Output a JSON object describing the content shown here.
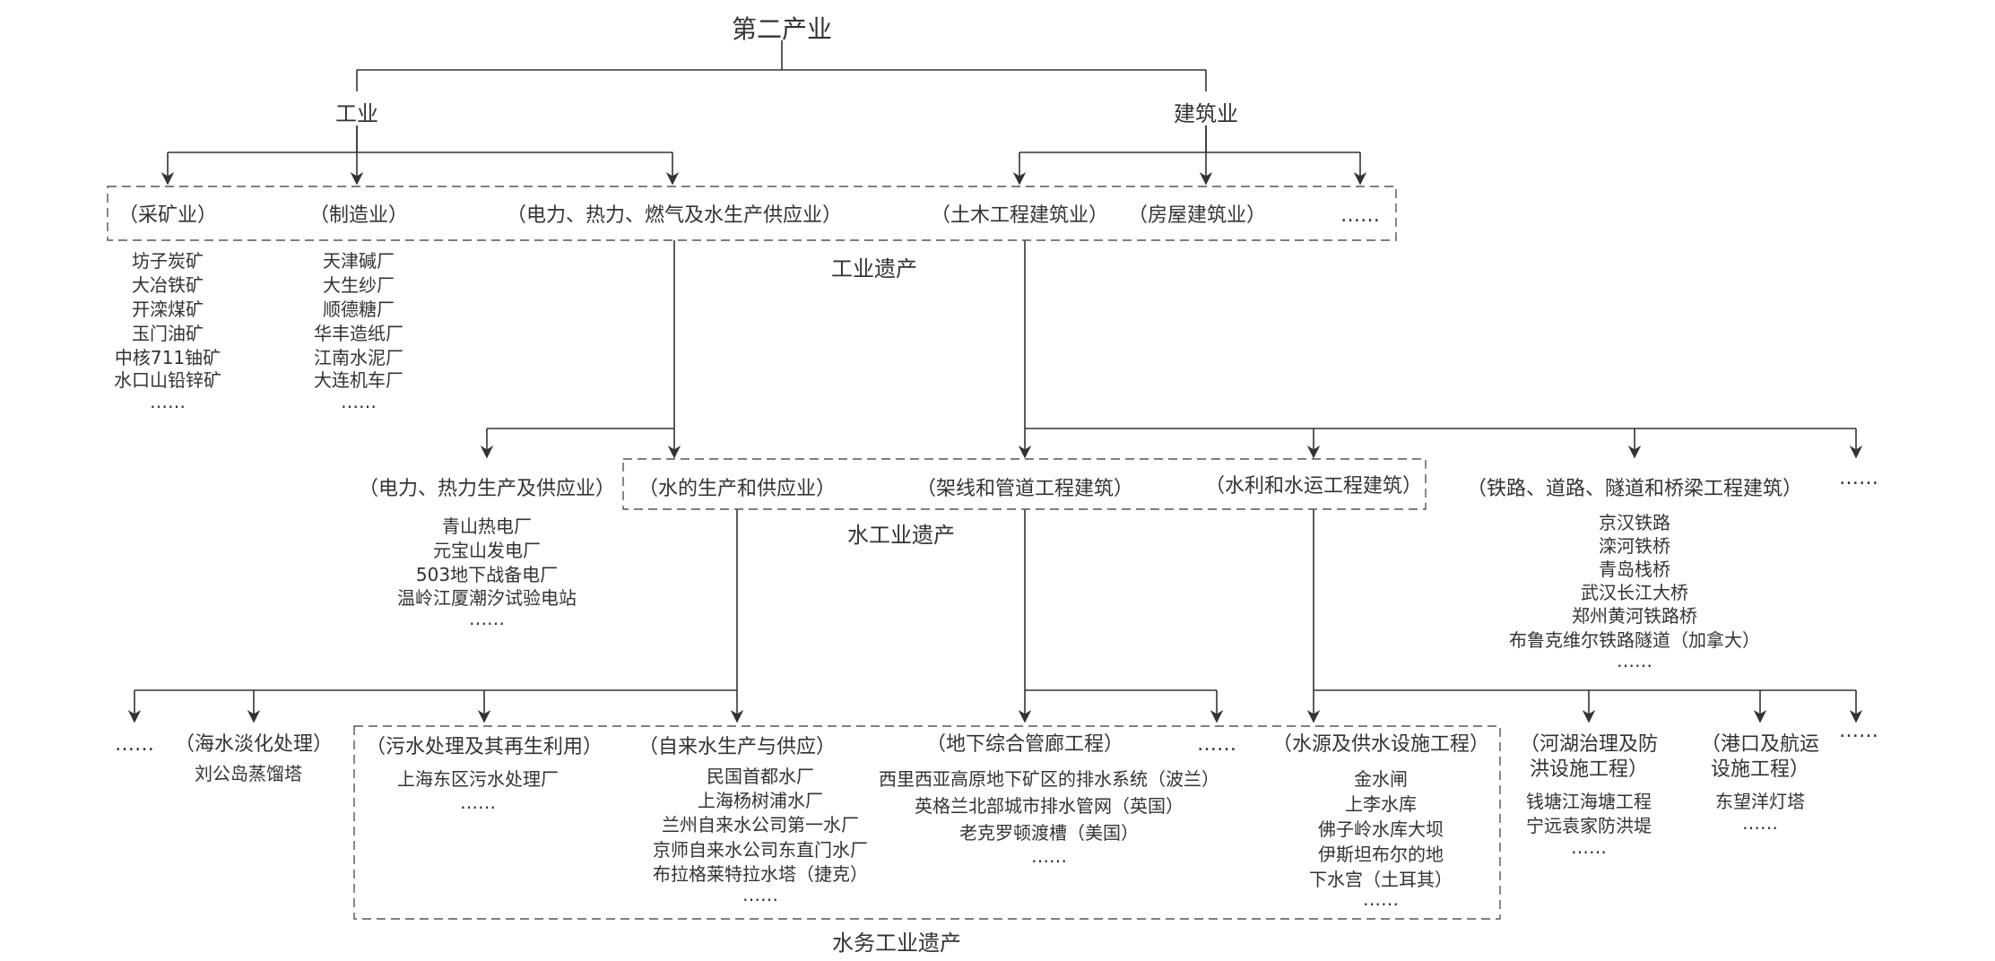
{
  "root": "第二产业",
  "level1": {
    "industry": "工业",
    "construction": "建筑业"
  },
  "level2": {
    "mining": "（采矿业）",
    "manufacturing": "（制造业）",
    "utilities": "（电力、热力、燃气及水生产供应业）",
    "civil": "（土木工程建筑业）",
    "housing": "（房屋建筑业）",
    "more": "……"
  },
  "group_labels": {
    "industrial": "工业遗产",
    "water_industrial": "水工业遗产",
    "water_affairs": "水务工业遗产"
  },
  "mining_examples": [
    "坊子炭矿",
    "大冶铁矿",
    "开滦煤矿",
    "玉门油矿",
    "中核711铀矿",
    "水口山铅锌矿",
    "……"
  ],
  "manufacturing_examples": [
    "天津碱厂",
    "大生纱厂",
    "顺德糖厂",
    "华丰造纸厂",
    "江南水泥厂",
    "大连机车厂",
    "……"
  ],
  "level3": {
    "power_heat": "（电力、热力生产及供应业）",
    "water_supply": "（水的生产和供应业）",
    "pipeline": "（架线和管道工程建筑）",
    "hydraulic": "（水利和水运工程建筑）",
    "railway": "（铁路、道路、隧道和桥梁工程建筑）",
    "more": "……"
  },
  "power_examples": [
    "青山热电厂",
    "元宝山发电厂",
    "503地下战备电厂",
    "温岭江厦潮汐试验电站",
    "……"
  ],
  "railway_examples": [
    "京汉铁路",
    "滦河铁桥",
    "青岛栈桥",
    "武汉长江大桥",
    "郑州黄河铁路桥",
    "布鲁克维尔铁路隧道（加拿大）",
    "……"
  ],
  "level4": {
    "more_left": "……",
    "desalination": "（海水淡化处理）",
    "sewage": "（污水处理及其再生利用）",
    "tap_water": "（自来水生产与供应）",
    "utility_tunnel": "（地下综合管廊工程）",
    "more_mid": "……",
    "water_source": "（水源及供水设施工程）",
    "flood_control": [
      "（河湖治理及防",
      "洪设施工程）"
    ],
    "port": [
      "（港口及航运",
      "设施工程）"
    ],
    "more_right": "……"
  },
  "desalination_examples": [
    "刘公岛蒸馏塔"
  ],
  "sewage_examples": [
    "上海东区污水处理厂",
    "……"
  ],
  "tap_water_examples": [
    "民国首都水厂",
    "上海杨树浦水厂",
    "兰州自来水公司第一水厂",
    "京师自来水公司东直门水厂",
    "布拉格莱特拉水塔（捷克）",
    "……"
  ],
  "utility_tunnel_examples": [
    "西里西亚高原地下矿区的排水系统（波兰）",
    "英格兰北部城市排水管网（英国）",
    "老克罗顿渡槽（美国）",
    "……"
  ],
  "water_source_examples": [
    "金水闸",
    "上李水库",
    "佛子岭水库大坝",
    "伊斯坦布尔的地",
    "下水宫（土耳其）",
    "……"
  ],
  "flood_control_examples": [
    "钱塘江海塘工程",
    "宁远袁家防洪堤",
    "……"
  ],
  "port_examples": [
    "东望洋灯塔",
    "……"
  ]
}
